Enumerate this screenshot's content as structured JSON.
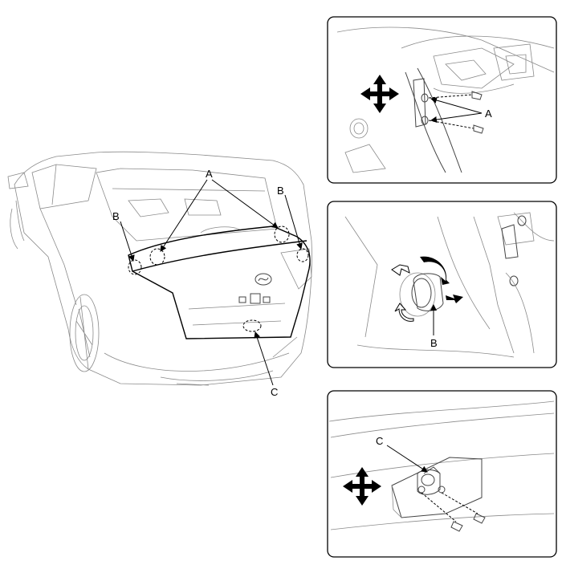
{
  "main_view": {
    "label_a": "A",
    "label_b_left": "B",
    "label_b_right": "B",
    "label_c": "C"
  },
  "panel_top": {
    "label_a": "A"
  },
  "panel_middle": {
    "label_b": "B"
  },
  "panel_bottom": {
    "label_c": "C"
  },
  "colors": {
    "line": "#000000",
    "ghost_line": "#8a8a8a",
    "background": "#ffffff"
  }
}
